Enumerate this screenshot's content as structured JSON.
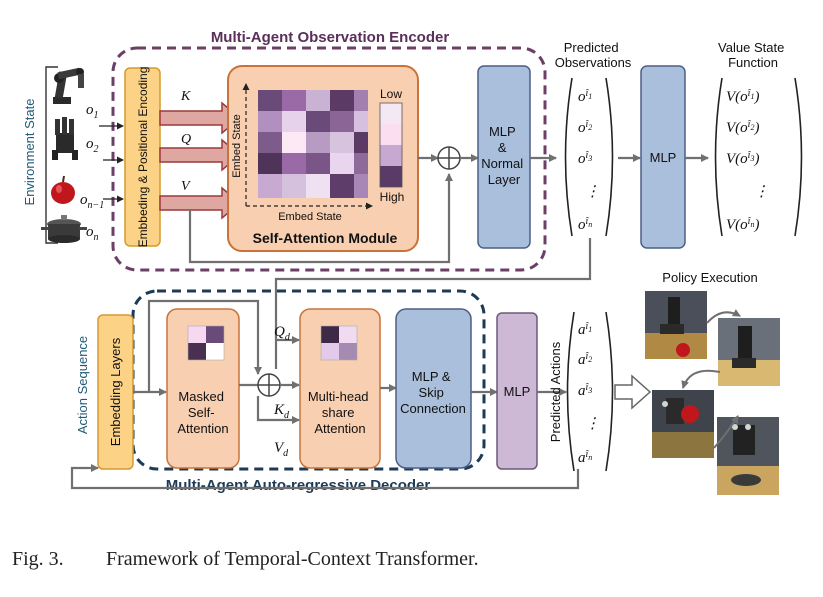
{
  "encoder": {
    "title": "Multi-Agent Observation Encoder",
    "env_state_label": "Environment  State",
    "observations": [
      "o",
      "o",
      "o",
      "o"
    ],
    "observation_subscripts": [
      "1",
      "2",
      "n−1",
      "n"
    ],
    "embedding_label": "Embbeding  &  Positional Encoding",
    "kqv": [
      "K",
      "Q",
      "V"
    ],
    "attention_module": "Self-Attention Module",
    "embed_state_axis_y": "Embed State",
    "embed_state_axis_x": "Embed State",
    "scale_low": "Low",
    "scale_high": "High",
    "mlp_norm": [
      "MLP",
      "&",
      "Normal",
      "Layer"
    ],
    "predicted_observations_title": [
      "Predicted",
      "Observations"
    ],
    "predicted_observations": [
      "o",
      "o",
      "o",
      "⋮",
      "o"
    ],
    "predicted_observation_subscripts": [
      "1",
      "2",
      "3",
      "",
      "n"
    ],
    "mlp": "MLP",
    "value_title": [
      "Value State",
      "Function"
    ],
    "value_entries": [
      "V(o",
      "V(o",
      "V(o",
      "⋮",
      "V(o"
    ],
    "value_subscripts": [
      "1",
      "2",
      "3",
      "",
      "n"
    ]
  },
  "decoder": {
    "title": "Multi-Agent Auto-regressive Decoder",
    "action_sequence_label": "Action  Sequence",
    "embedding_layers": "Embedding Layers",
    "masked_attention": [
      "Masked",
      "Self-",
      "Attention"
    ],
    "multihead_attention": [
      "Multi-head",
      "share",
      "Attention"
    ],
    "qkv": [
      "Q",
      "K",
      "V"
    ],
    "qkv_subscript": "d",
    "mlp_skip": [
      "MLP &",
      "Skip",
      "Connection"
    ],
    "mlp": "MLP",
    "predicted_actions_label": "Predicted  Actions",
    "predicted_actions": [
      "a",
      "a",
      "a",
      "⋮",
      "a"
    ],
    "predicted_action_subscripts": [
      "1",
      "2",
      "3",
      "",
      "n"
    ],
    "policy_execution": "Policy Execution"
  },
  "caption": {
    "number": "Fig. 3.",
    "text": "Framework of Temporal-Context Transformer."
  },
  "colors": {
    "orange_fill": "#f8cfb0",
    "orange_stroke": "#c9733a",
    "embedding_fill": "#fbd286",
    "embedding_stroke": "#d69a2c",
    "blue_fill": "#a9bfdc",
    "blue_stroke": "#4c5f86",
    "lavender_fill": "#cdb8d5",
    "arrow_fill": "#dfa7a1",
    "arrow_stroke": "#9b3a3a",
    "encoder_dash": "#6b3f66",
    "decoder_dash": "#1d3a56",
    "line": "#707070"
  }
}
